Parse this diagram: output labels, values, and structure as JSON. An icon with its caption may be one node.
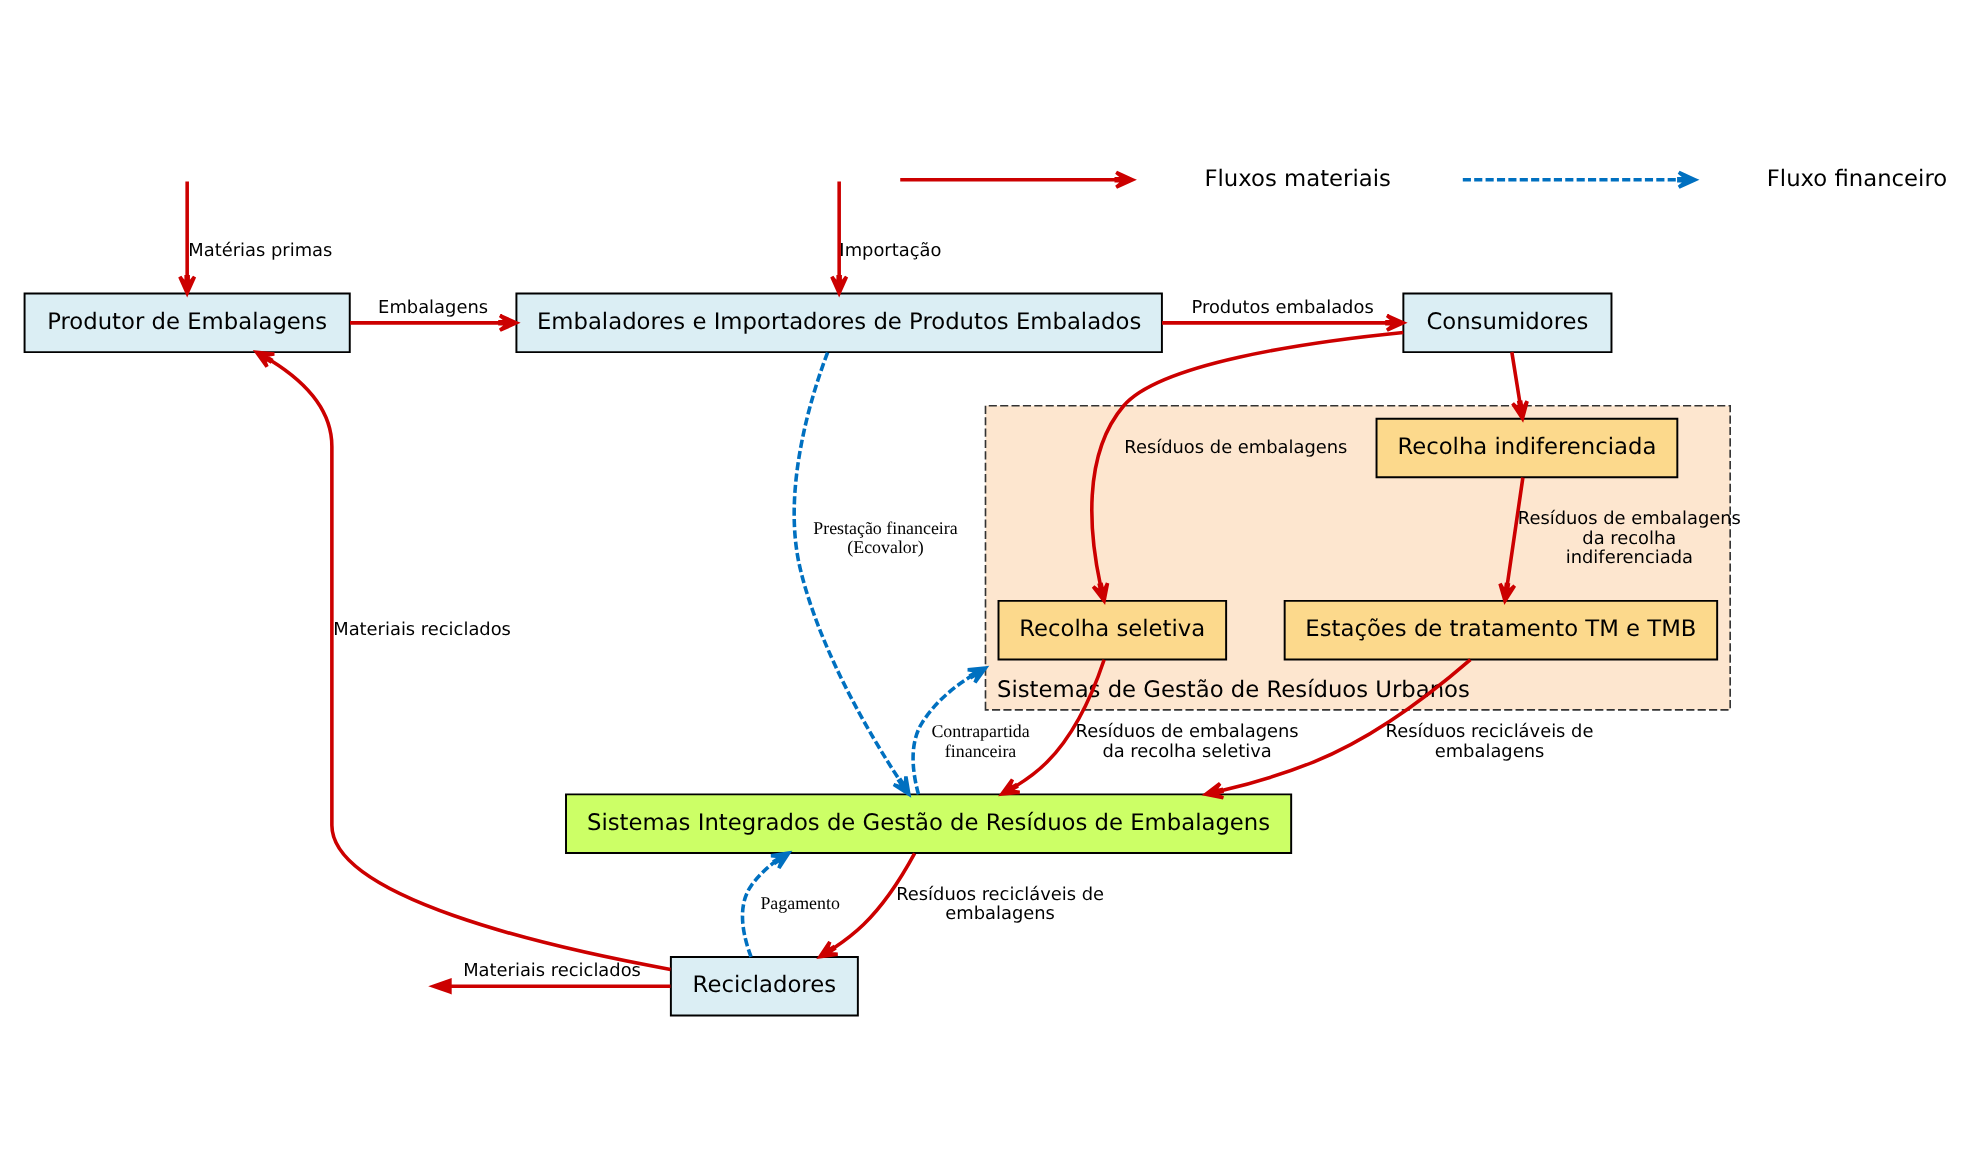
{
  "diagram": {
    "nodes": [
      {
        "text": [
          "Produtor de Embalagens"
        ]
      },
      {
        "text": [
          "Embaladores e Importadores de Produtos Embalados"
        ]
      },
      {
        "text": [
          "Consumidores"
        ]
      },
      {
        "text": [
          "Sistemas de Gestão de Resíduos Urbanos"
        ]
      },
      {
        "text": [
          "Recolha seletiva"
        ],
        "in": 3
      },
      {
        "text": [
          "Recolha indiferenciada"
        ],
        "in": 3
      },
      {
        "text": [
          "Sistemas Integrados de Gestão de Resíduos de Embalagens"
        ]
      },
      {
        "text": [
          "Recicladores"
        ]
      },
      {
        "text": [
          "Estações de tratamento TM e TMB"
        ],
        "in": 3
      }
    ],
    "edges": [
      {
        "from": null,
        "to": 0,
        "arrow": "to",
        "label": "Matérias primas"
      },
      {
        "from": null,
        "to": 1,
        "arrow": "to",
        "label": "Importação"
      },
      {
        "from": 0,
        "to": 1,
        "arrow": "to",
        "label": "Embalagens"
      },
      {
        "from": 1,
        "to": 2,
        "arrow": "to",
        "label": "Produtos embalados"
      },
      {
        "from": 2,
        "to": 4,
        "arrow": "to",
        "label": "Resíduos de embalagens"
      },
      {
        "from": 2,
        "to": 5,
        "arrow": "to"
      },
      {
        "from": 1,
        "to": 6,
        "arrow": "to",
        "label": "Prestação financeira (Ecovalor)",
        "style": "dashed",
        "color": "#0070c0"
      },
      {
        "from": 6,
        "to": 3,
        "arrow": "to",
        "label": "Contrapartida financeira",
        "style": "dashed",
        "color": "#0070c0"
      },
      {
        "from": 4,
        "to": 6,
        "arrow": "to",
        "label": "Resíduos de embalagens da recolha seletiva"
      },
      {
        "from": 5,
        "to": 8,
        "arrow": "to",
        "label": "Resíduos de embalagens da recolha indiferenciada"
      },
      {
        "from": 8,
        "to": 6,
        "arrow": "to",
        "label": "Resíduos recicláveis de embalagens"
      },
      {
        "from": 6,
        "to": 7,
        "arrow": "to",
        "label": "Resíduos recicláveis de embalagens"
      },
      {
        "from": 7,
        "to": 0,
        "arrow": "to",
        "label": "Materiais reciclados"
      },
      {
        "from": 7,
        "to": null,
        "arrow": "to",
        "label": "Materiais reciclados"
      },
      {
        "from": 7,
        "to": 6,
        "arrow": "to",
        "label": "Pagamento",
        "style": "dashed",
        "color": "#0070c0"
      }
    ],
    "legend": [
      {
        "text": "Fluxos materiais"
      },
      {
        "text": "Fluxo financeiro"
      }
    ]
  }
}
